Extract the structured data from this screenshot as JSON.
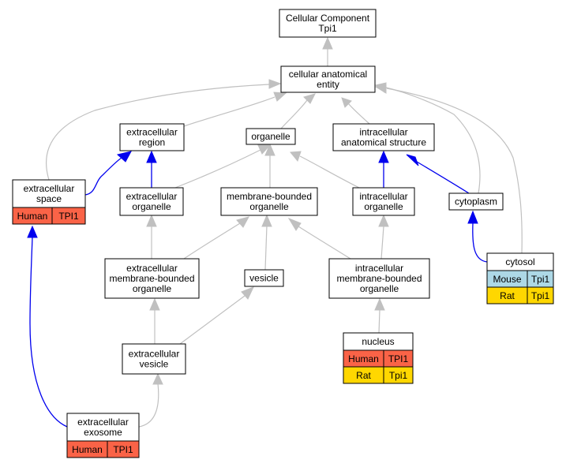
{
  "colors": {
    "Human": "#fa6347",
    "Mouse": "#add8e6",
    "Rat": "#ffd700",
    "is_a_edge": "#c0c0c0",
    "part_of_edge": "#0000ee"
  },
  "nodes": {
    "root": {
      "lines": [
        "Cellular Component",
        "Tpi1"
      ]
    },
    "cae": {
      "lines": [
        "cellular anatomical",
        "entity"
      ]
    },
    "ecr": {
      "lines": [
        "extracellular",
        "region"
      ]
    },
    "org": {
      "lines": [
        "organelle"
      ]
    },
    "ias": {
      "lines": [
        "intracellular",
        "anatomical structure"
      ]
    },
    "ecs": {
      "lines": [
        "extracellular",
        "space"
      ],
      "genes": [
        {
          "species": "Human",
          "gene": "TPI1"
        }
      ]
    },
    "eco": {
      "lines": [
        "extracellular",
        "organelle"
      ]
    },
    "mbo": {
      "lines": [
        "membrane-bounded",
        "organelle"
      ]
    },
    "io": {
      "lines": [
        "intracellular",
        "organelle"
      ]
    },
    "cyp": {
      "lines": [
        "cytoplasm"
      ]
    },
    "cys": {
      "lines": [
        "cytosol"
      ],
      "genes": [
        {
          "species": "Mouse",
          "gene": "Tpi1"
        },
        {
          "species": "Rat",
          "gene": "Tpi1"
        }
      ]
    },
    "embo": {
      "lines": [
        "extracellular",
        "membrane-bounded",
        "organelle"
      ]
    },
    "ves": {
      "lines": [
        "vesicle"
      ]
    },
    "imbo": {
      "lines": [
        "intracellular",
        "membrane-bounded",
        "organelle"
      ]
    },
    "ecv": {
      "lines": [
        "extracellular",
        "vesicle"
      ]
    },
    "nuc": {
      "lines": [
        "nucleus"
      ],
      "genes": [
        {
          "species": "Human",
          "gene": "TPI1"
        },
        {
          "species": "Rat",
          "gene": "Tpi1"
        }
      ]
    },
    "exo": {
      "lines": [
        "extracellular",
        "exosome"
      ],
      "genes": [
        {
          "species": "Human",
          "gene": "TPI1"
        }
      ]
    }
  },
  "edges": [
    {
      "from": "cae",
      "to": "root",
      "type": "is_a"
    },
    {
      "from": "ecr",
      "to": "cae",
      "type": "is_a"
    },
    {
      "from": "org",
      "to": "cae",
      "type": "is_a"
    },
    {
      "from": "ias",
      "to": "cae",
      "type": "is_a"
    },
    {
      "from": "ecs",
      "to": "cae",
      "type": "is_a"
    },
    {
      "from": "cyp",
      "to": "cae",
      "type": "is_a"
    },
    {
      "from": "cys",
      "to": "cae",
      "type": "is_a"
    },
    {
      "from": "ecs",
      "to": "ecr",
      "type": "part_of"
    },
    {
      "from": "eco",
      "to": "ecr",
      "type": "part_of"
    },
    {
      "from": "eco",
      "to": "org",
      "type": "is_a"
    },
    {
      "from": "mbo",
      "to": "org",
      "type": "is_a"
    },
    {
      "from": "io",
      "to": "org",
      "type": "is_a"
    },
    {
      "from": "io",
      "to": "ias",
      "type": "part_of"
    },
    {
      "from": "cyp",
      "to": "ias",
      "type": "part_of"
    },
    {
      "from": "cys",
      "to": "cyp",
      "type": "part_of"
    },
    {
      "from": "embo",
      "to": "eco",
      "type": "is_a"
    },
    {
      "from": "embo",
      "to": "mbo",
      "type": "is_a"
    },
    {
      "from": "ves",
      "to": "mbo",
      "type": "is_a"
    },
    {
      "from": "imbo",
      "to": "mbo",
      "type": "is_a"
    },
    {
      "from": "imbo",
      "to": "io",
      "type": "is_a"
    },
    {
      "from": "ecv",
      "to": "embo",
      "type": "is_a"
    },
    {
      "from": "ecv",
      "to": "ves",
      "type": "is_a"
    },
    {
      "from": "nuc",
      "to": "imbo",
      "type": "is_a"
    },
    {
      "from": "exo",
      "to": "ecv",
      "type": "is_a"
    },
    {
      "from": "exo",
      "to": "ecs",
      "type": "part_of"
    }
  ]
}
